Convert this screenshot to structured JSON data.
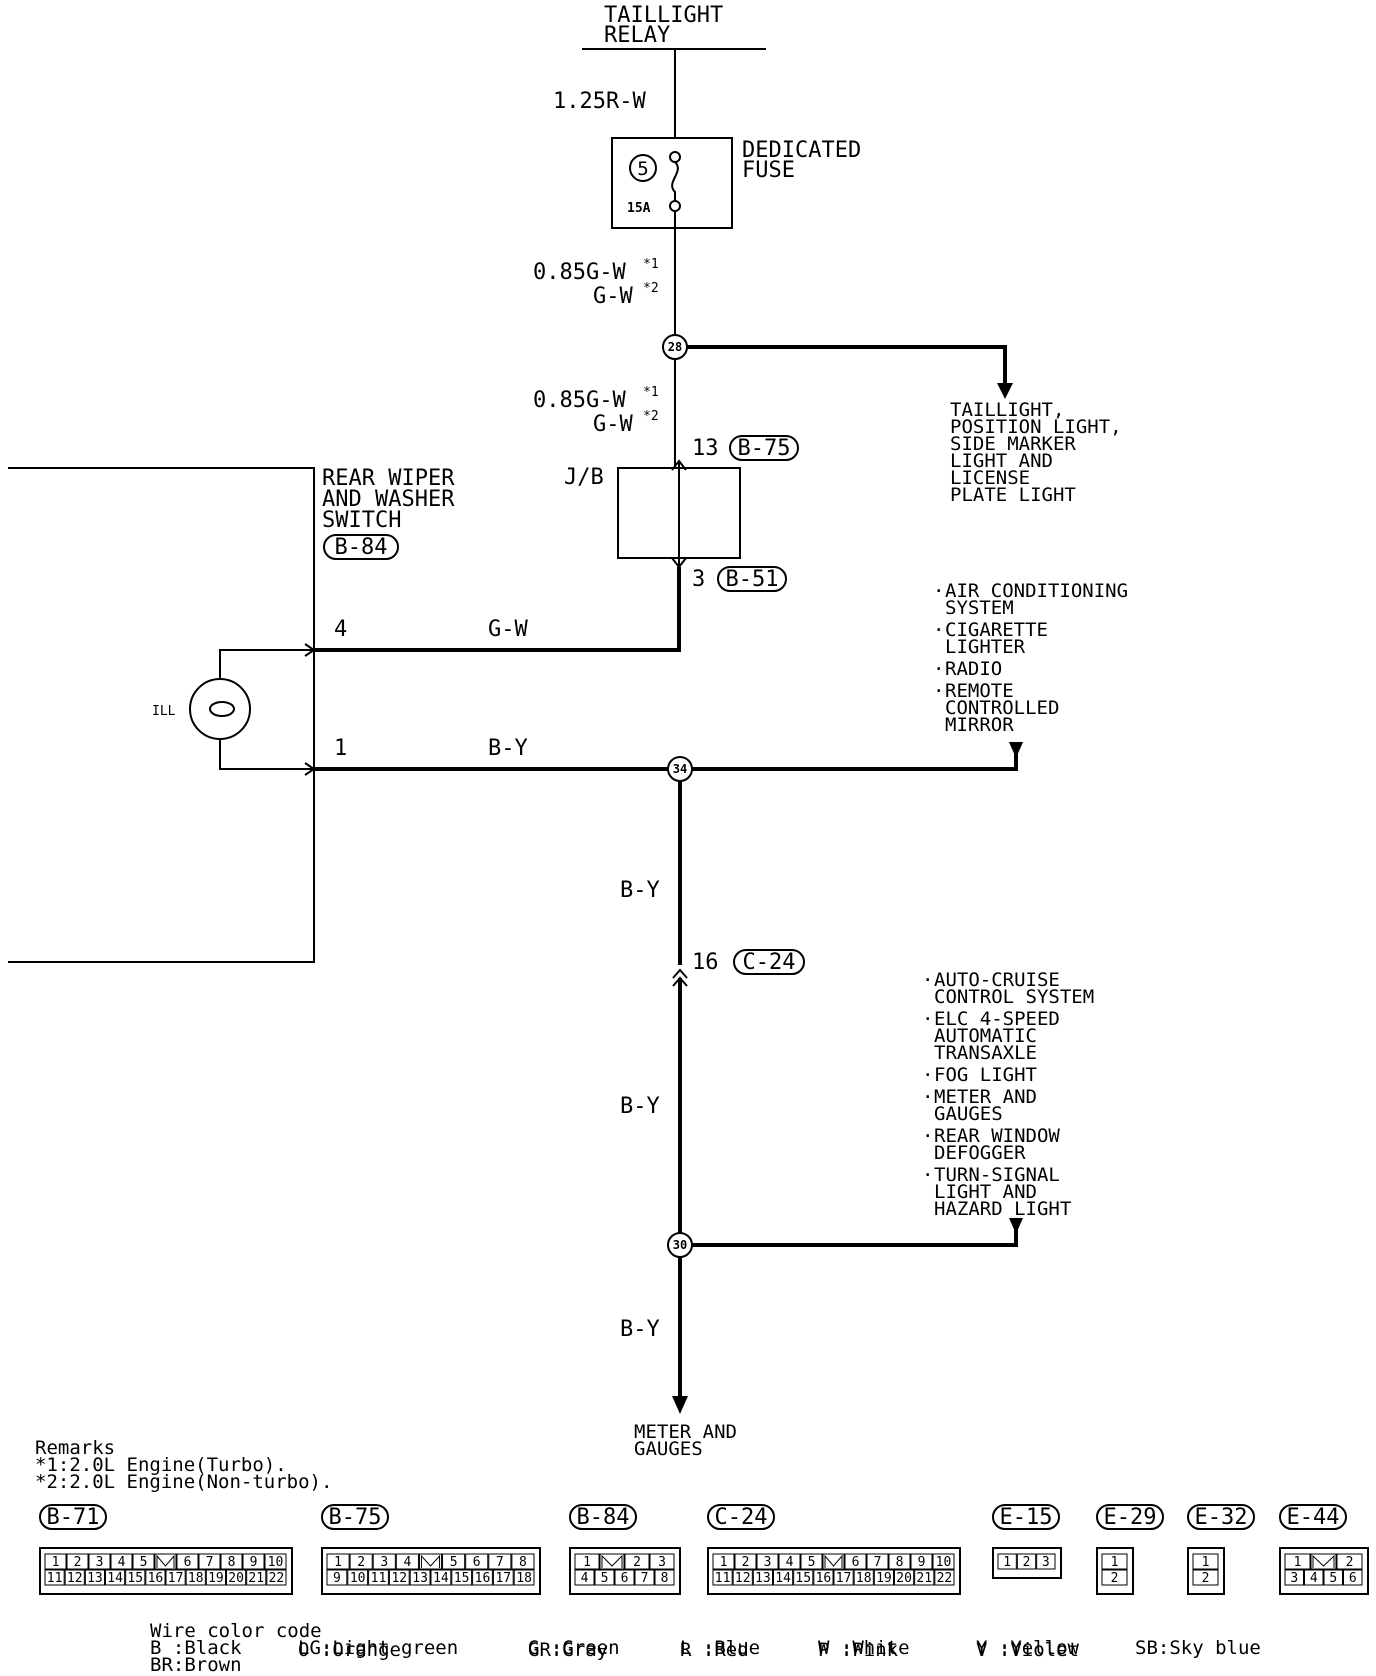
{
  "components": {
    "taillight_relay": [
      "TAILLIGHT",
      "RELAY"
    ],
    "dedicated_fuse": [
      "DEDICATED",
      "FUSE"
    ],
    "fuse_number": "5",
    "fuse_rating": "15A",
    "jb": "J/B",
    "rear_wiper_switch": [
      "REAR WIPER",
      "AND WASHER",
      "SWITCH"
    ],
    "rear_wiper_connector": "B-84",
    "ill": "ILL"
  },
  "wires": {
    "w_125rw": "1.25R-W",
    "w_085gw": "0.85G-W",
    "w_gw": "G-W",
    "star1": "*1",
    "star2": "*2",
    "w_gw_switch": "G-W",
    "w_by": "B-Y"
  },
  "pins": {
    "jb_top_pin": "13",
    "jb_top_conn": "B-75",
    "jb_bottom_pin": "3",
    "jb_bottom_conn": "B-51",
    "switch_pin_4": "4",
    "switch_pin_1": "1",
    "c24_pin": "16",
    "c24_conn": "C-24"
  },
  "nodes": {
    "n28": "28",
    "n34": "34",
    "n30": "30"
  },
  "destinations": {
    "taillight": [
      "TAILLIGHT,",
      "POSITION LIGHT,",
      "SIDE MARKER",
      "LIGHT AND",
      "LICENSE",
      "PLATE LIGHT"
    ],
    "group34": [
      [
        "AIR CONDITIONING",
        "SYSTEM"
      ],
      [
        "CIGARETTE",
        "LIGHTER"
      ],
      [
        "RADIO"
      ],
      [
        "REMOTE",
        "CONTROLLED",
        "MIRROR"
      ]
    ],
    "group30": [
      [
        "AUTO-CRUISE",
        "CONTROL SYSTEM"
      ],
      [
        "ELC 4-SPEED",
        "AUTOMATIC",
        "TRANSAXLE"
      ],
      [
        "FOG LIGHT"
      ],
      [
        "METER AND",
        "GAUGES"
      ],
      [
        "REAR WINDOW",
        "DEFOGGER"
      ],
      [
        "TURN-SIGNAL",
        "LIGHT AND",
        "HAZARD LIGHT"
      ]
    ],
    "meter": [
      "METER AND",
      "GAUGES"
    ]
  },
  "remarks": {
    "title": "Remarks",
    "lines": [
      "*1:2.0L Engine(Turbo).",
      "*2:2.0L Engine(Non-turbo)."
    ]
  },
  "connectors": [
    {
      "name": "B-71",
      "rows": [
        [
          "1",
          "2",
          "3",
          "4",
          "5",
          "",
          "6",
          "7",
          "8",
          "9",
          "10"
        ],
        [
          "11",
          "12",
          "13",
          "14",
          "15",
          "16",
          "17",
          "18",
          "19",
          "20",
          "21",
          "22"
        ]
      ]
    },
    {
      "name": "B-75",
      "rows": [
        [
          "1",
          "2",
          "3",
          "4",
          "",
          "5",
          "6",
          "7",
          "8"
        ],
        [
          "9",
          "10",
          "11",
          "12",
          "13",
          "14",
          "15",
          "16",
          "17",
          "18"
        ]
      ]
    },
    {
      "name": "B-84",
      "rows": [
        [
          "1",
          "",
          "2",
          "3"
        ],
        [
          "4",
          "5",
          "6",
          "7",
          "8"
        ]
      ]
    },
    {
      "name": "C-24",
      "rows": [
        [
          "1",
          "2",
          "3",
          "4",
          "5",
          "",
          "6",
          "7",
          "8",
          "9",
          "10"
        ],
        [
          "11",
          "12",
          "13",
          "14",
          "15",
          "16",
          "17",
          "18",
          "19",
          "20",
          "21",
          "22"
        ]
      ]
    },
    {
      "name": "E-15",
      "rows": [
        [
          "1",
          "2",
          "3"
        ]
      ]
    },
    {
      "name": "E-29",
      "rows": [
        [
          "1"
        ],
        [
          "2"
        ]
      ]
    },
    {
      "name": "E-32",
      "rows": [
        [
          "1"
        ],
        [
          "2"
        ]
      ]
    },
    {
      "name": "E-44",
      "rows": [
        [
          "1",
          "",
          "2"
        ],
        [
          "3",
          "4",
          "5",
          "6"
        ]
      ]
    }
  ],
  "color_code": {
    "title": "Wire color code",
    "entries": [
      "B :Black",
      "BR:Brown",
      "LG:Light green",
      "O :Orange",
      "G :Green",
      "GR:Gray",
      "L :Blue",
      "R :Red",
      "W :White",
      "P :Pink",
      "Y :Yellow",
      "V :Violet",
      "SB:Sky blue"
    ]
  }
}
